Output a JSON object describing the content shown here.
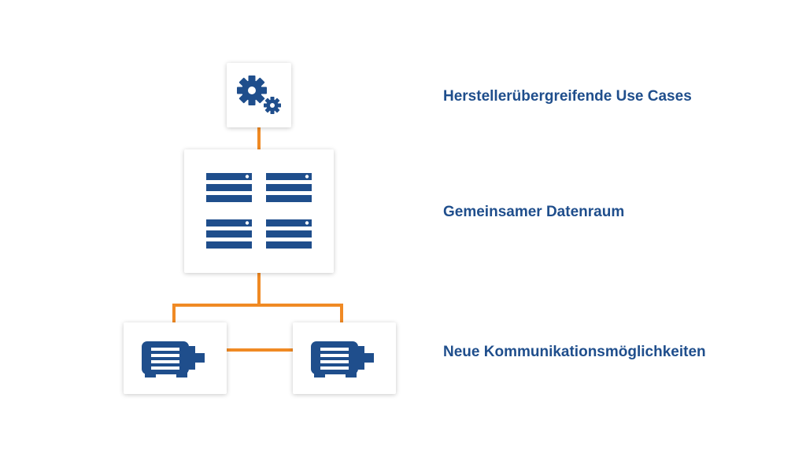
{
  "colors": {
    "brand_blue": "#1f4e8c",
    "connector_orange": "#f08a24",
    "box_background": "#ffffff"
  },
  "icons": {
    "top": "gears-icon",
    "middle": "server-rack-icon",
    "bottom_left": "motor-icon",
    "bottom_right": "motor-icon"
  },
  "labels": {
    "use_cases": "Herstellerübergreifende Use Cases",
    "data_space": "Gemeinsamer Datenraum",
    "communication": "Neue Kommunikationsmöglichkeiten"
  }
}
